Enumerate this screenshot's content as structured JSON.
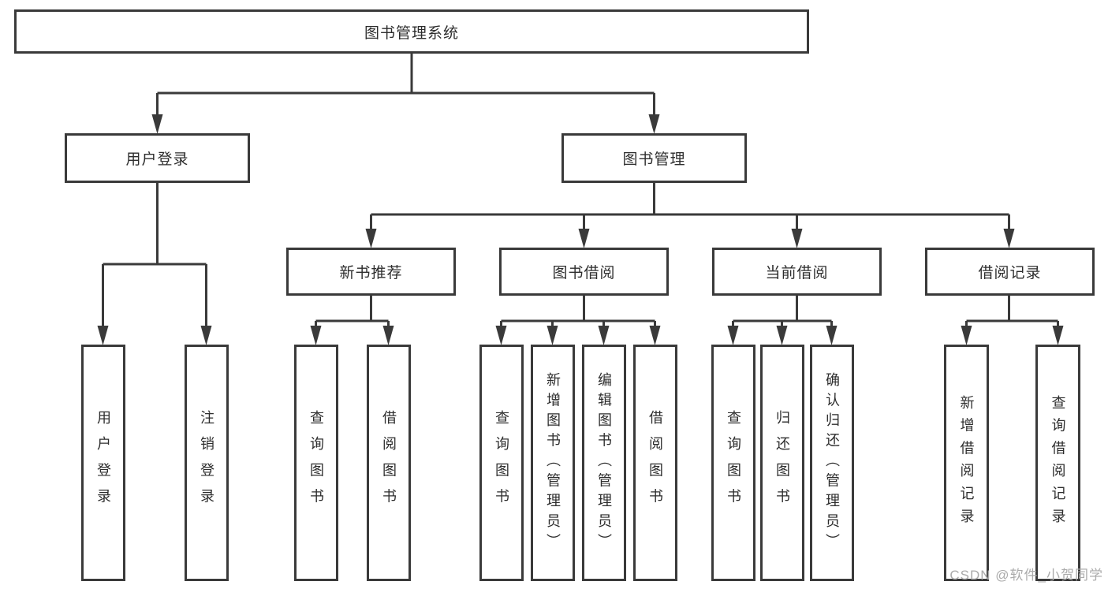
{
  "diagram": {
    "root": {
      "label": "图书管理系统"
    },
    "level2": [
      {
        "label": "用户登录"
      },
      {
        "label": "图书管理"
      }
    ],
    "level3": [
      {
        "label": "新书推荐"
      },
      {
        "label": "图书借阅"
      },
      {
        "label": "当前借阅"
      },
      {
        "label": "借阅记录"
      }
    ],
    "leaves": {
      "user_login": [
        {
          "label": "用户登录"
        },
        {
          "label": "注销登录"
        }
      ],
      "new_books": [
        {
          "label": "查询图书"
        },
        {
          "label": "借阅图书"
        }
      ],
      "book_borrow": [
        {
          "label": "查询图书"
        },
        {
          "label": "新增图书（管理员）"
        },
        {
          "label": "编辑图书（管理员）"
        },
        {
          "label": "借阅图书"
        }
      ],
      "current_borrow": [
        {
          "label": "查询图书"
        },
        {
          "label": "归还图书"
        },
        {
          "label": "确认归还（管理员）"
        }
      ],
      "borrow_records": [
        {
          "label": "新增借阅记录"
        },
        {
          "label": "查询借阅记录"
        }
      ]
    },
    "watermark": "CSDN @软件_小贺同学",
    "colors": {
      "line": "#3a3a3a",
      "box_border": "#3a3a3a",
      "text": "#2d2d2d",
      "watermark": "#ababab",
      "background": "#ffffff"
    }
  }
}
